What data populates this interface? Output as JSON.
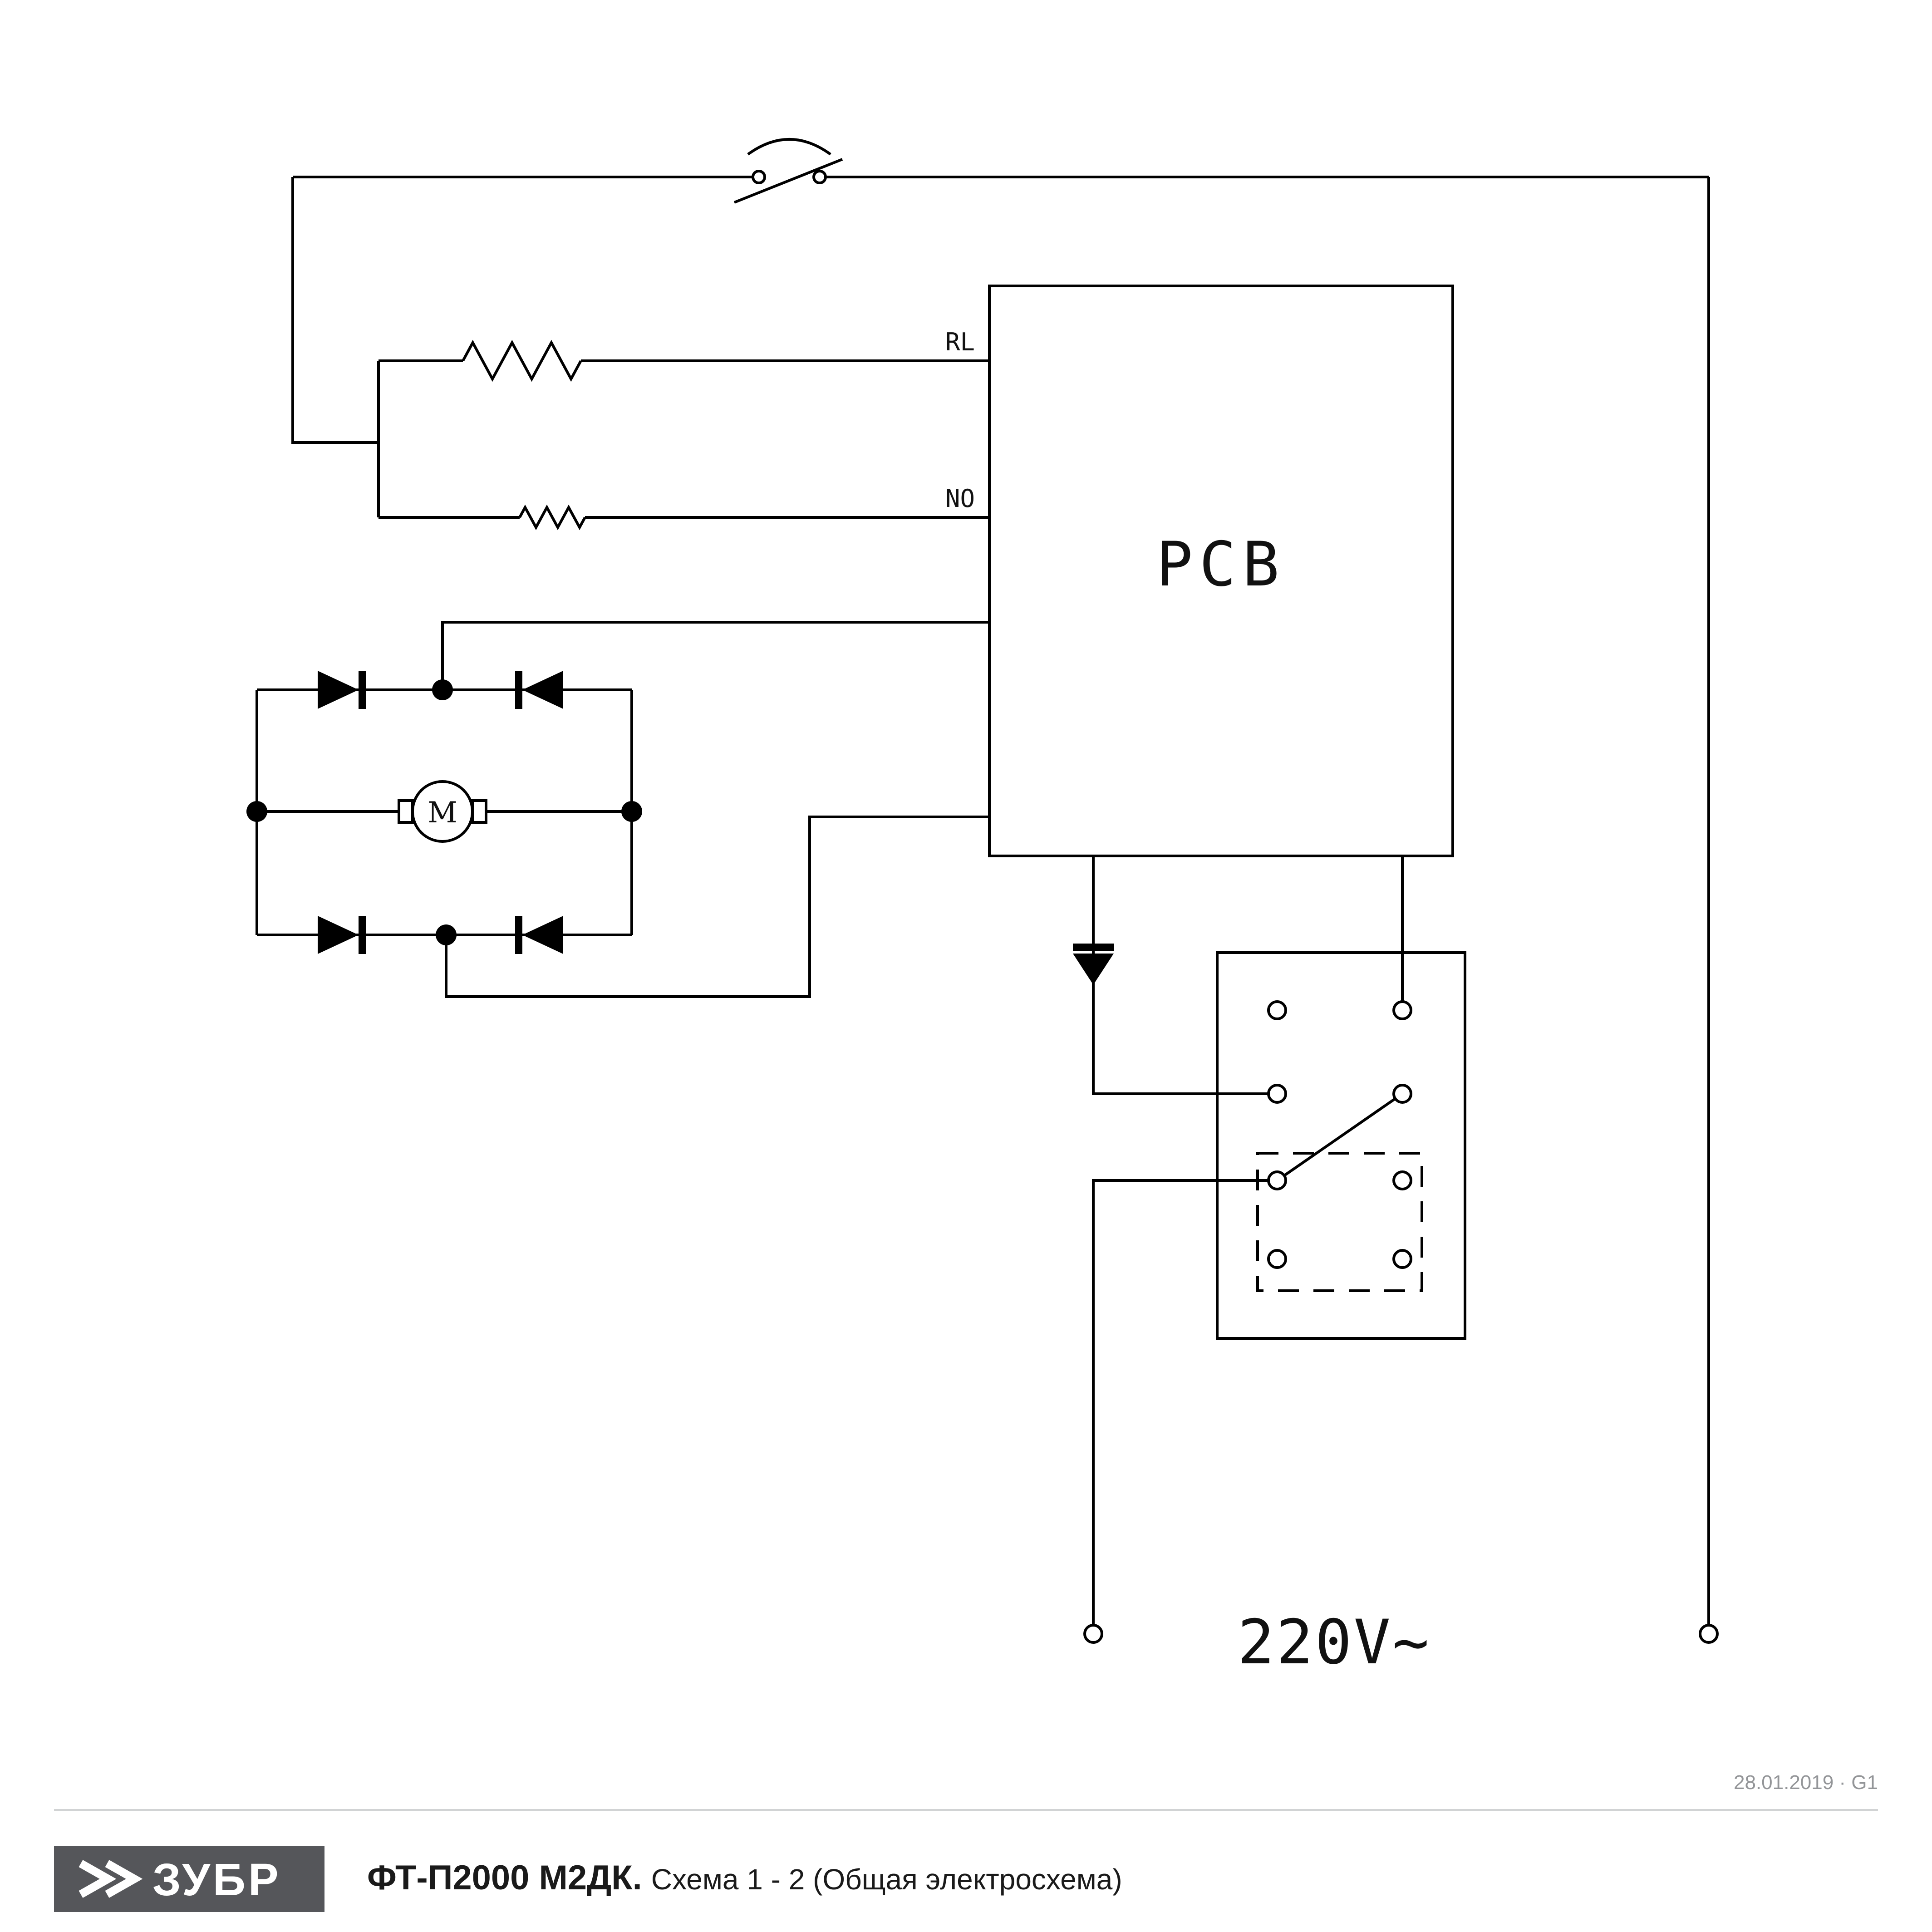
{
  "schematic": {
    "pcb_label": "PCB",
    "relay_line_label": "RL",
    "normally_open_label": "NO",
    "motor_label": "M",
    "supply_voltage": "220V~"
  },
  "meta": {
    "revision": "28.01.2019 · G1"
  },
  "footer": {
    "brand": "ЗУБР",
    "model": "ФТ-П2000 М2ДК.",
    "subtitle": "Схема 1 - 2 (Общая электросхема)"
  },
  "colors": {
    "line": "#000000",
    "muted_text": "#939598",
    "logo_background": "#55565a",
    "divider": "#d1d3d4"
  }
}
